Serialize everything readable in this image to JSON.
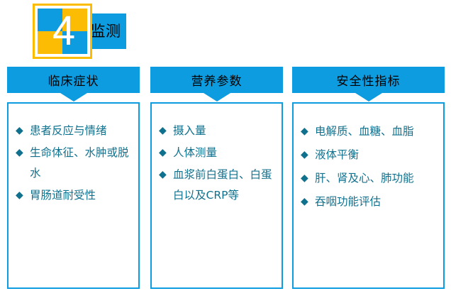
{
  "logo": {
    "number": "4",
    "title": "监测",
    "frame_color": "#FCBC04",
    "blue": "#0D9CE0",
    "yellow": "#FCBC04",
    "number_color": "#FFFFFF"
  },
  "theme": {
    "accent_blue": "#0D9CE0",
    "accent_yellow": "#FCBC04",
    "body_text": "#10718E",
    "header_text": "#000000",
    "background": "#FFFFFF"
  },
  "columns": [
    {
      "header": "临床症状",
      "bullet": "◆",
      "items": [
        "患者反应与情绪",
        "生命体征、水肿或脱水",
        "胃肠道耐受性"
      ]
    },
    {
      "header": "营养参数",
      "bullet": "◆",
      "items": [
        "摄入量",
        "人体测量",
        "血浆前白蛋白、白蛋白以及CRP等"
      ]
    },
    {
      "header": "安全性指标",
      "bullet": "◆",
      "items": [
        "电解质、血糖、血脂",
        "液体平衡",
        "肝、肾及心、肺功能",
        "吞咽功能评估"
      ]
    }
  ]
}
